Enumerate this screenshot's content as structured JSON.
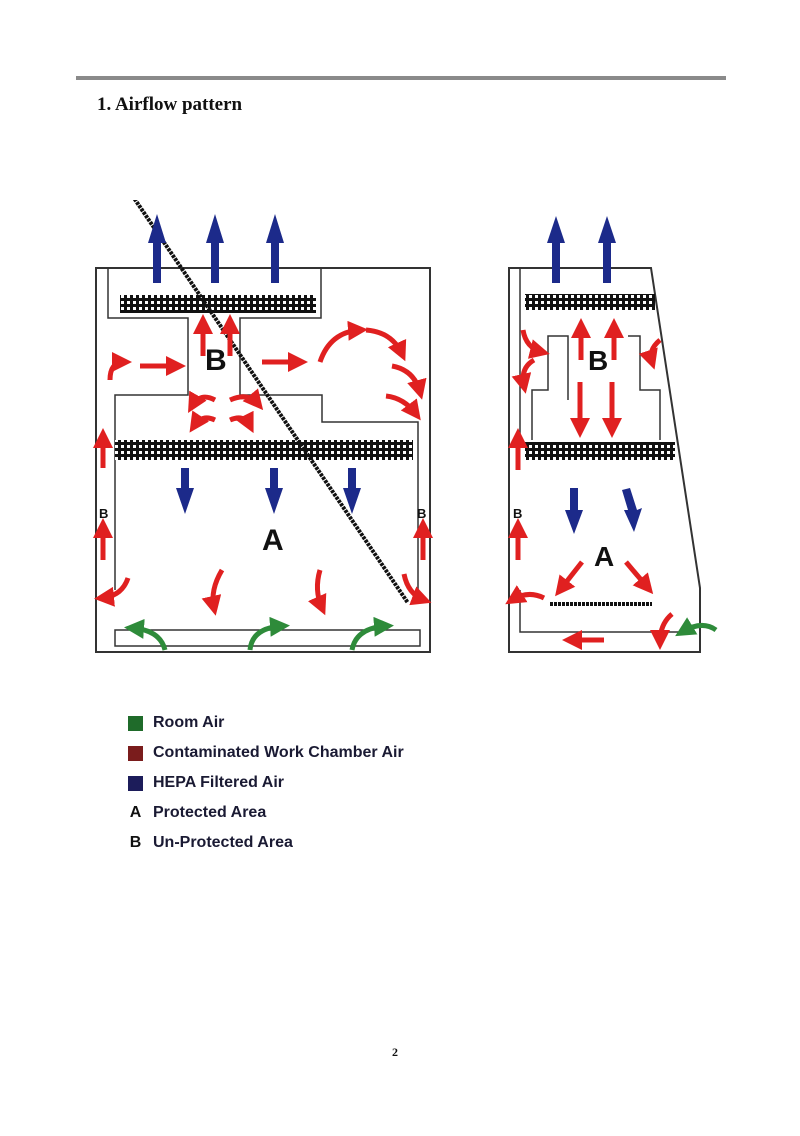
{
  "heading": "1. Airflow pattern",
  "diagram_labels": {
    "protected": "A",
    "unprotected": "B"
  },
  "legend": [
    {
      "kind": "swatch",
      "color": "#1f6b2a",
      "label": "Room Air"
    },
    {
      "kind": "swatch",
      "color": "#7a1c1c",
      "label": "Contaminated Work Chamber Air"
    },
    {
      "kind": "swatch",
      "color": "#1c1c5a",
      "label": "HEPA Filtered Air"
    },
    {
      "kind": "letter",
      "letter": "A",
      "label": "Protected Area"
    },
    {
      "kind": "letter",
      "letter": "B",
      "label": "Un-Protected Area"
    }
  ],
  "page_number": "2",
  "colors": {
    "room_air": "#2e8b3a",
    "contaminated_air": "#e02020",
    "hepa_air": "#1c2a8a"
  }
}
